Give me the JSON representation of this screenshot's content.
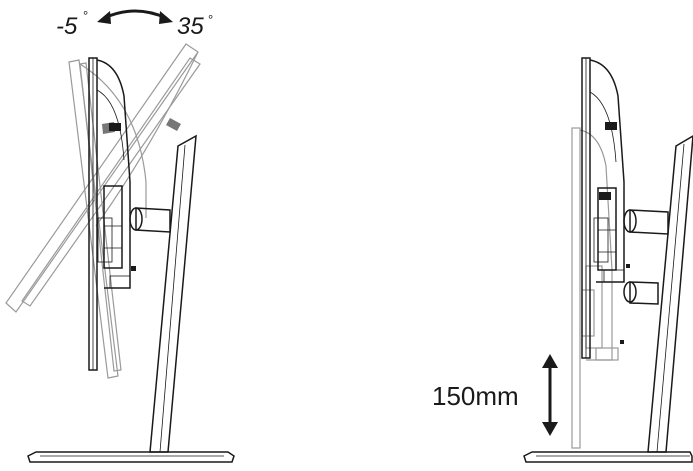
{
  "tilt": {
    "min_label": "-5",
    "max_label": "35",
    "degree_symbol": "°"
  },
  "height": {
    "label": "150mm"
  },
  "colors": {
    "line": "#1a1a1a",
    "ghost": "#9a9a9a",
    "dark_mark": "#1a1a1a",
    "gray_mark": "#777777"
  }
}
